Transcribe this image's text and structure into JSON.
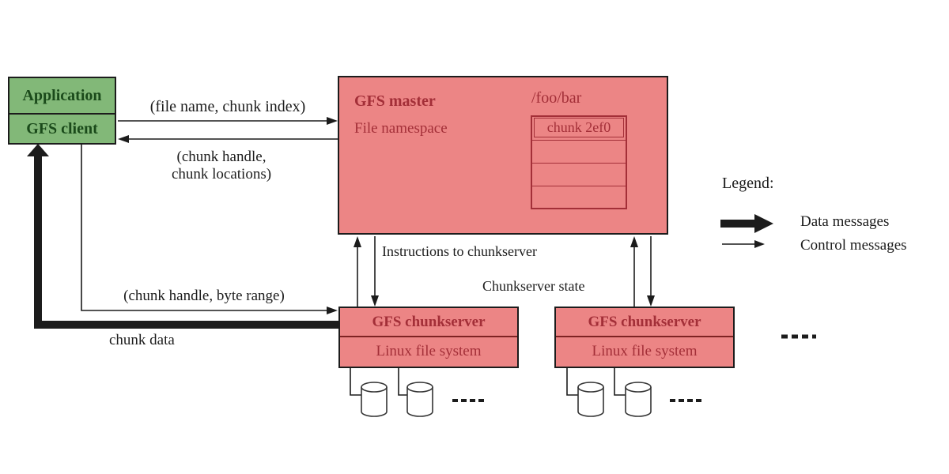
{
  "colors": {
    "client_fill": "#82b878",
    "client_text": "#1a4a1a",
    "server_fill": "#ec8585",
    "server_text": "#a32f38",
    "line_black": "#1c1c1c",
    "line_red": "#a5303a"
  },
  "client": {
    "app_label": "Application",
    "client_label": "GFS client"
  },
  "master": {
    "title": "GFS master",
    "namespace_label": "File namespace",
    "path_label": "/foo/bar",
    "chunk_label": "chunk 2ef0"
  },
  "chunkservers": [
    {
      "title": "GFS chunkserver",
      "fs_label": "Linux file system"
    },
    {
      "title": "GFS chunkserver",
      "fs_label": "Linux file system"
    }
  ],
  "messages": {
    "request": "(file name, chunk index)",
    "response": "(chunk handle,\nchunk locations)",
    "instructions": "Instructions to chunkserver",
    "state": "Chunkserver state",
    "read_request": "(chunk handle, byte range)",
    "data": "chunk data"
  },
  "legend": {
    "title": "Legend:",
    "data_label": "Data messages",
    "control_label": "Control messages"
  }
}
